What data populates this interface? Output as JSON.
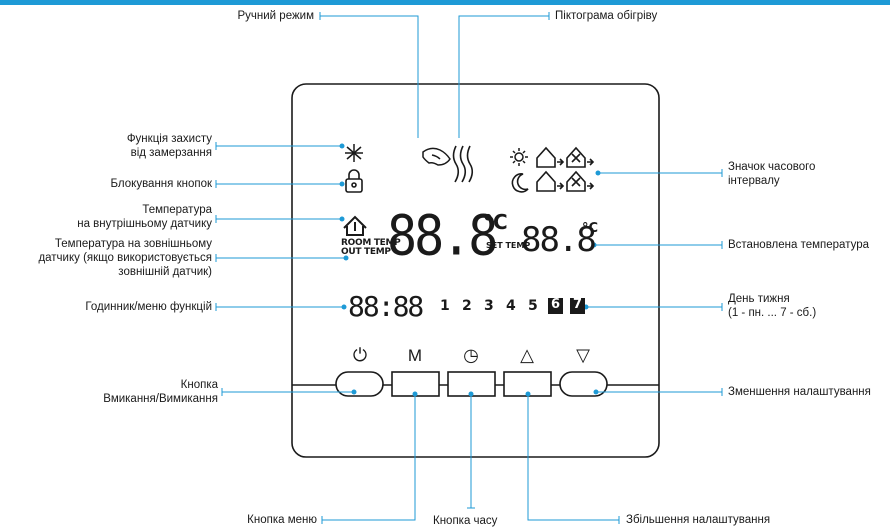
{
  "colors": {
    "accent": "#1e9ad6",
    "topbar": "#1e9ad6",
    "device_outline": "#1a1a1a"
  },
  "callouts": {
    "manual_mode": "Ручний режим",
    "heating_pictogram": "Піктограма обігріву",
    "frost_protection": "Функція захисту\nвід замерзання",
    "key_lock": "Блокування кнопок",
    "inner_sensor_temp": "Температура\nна внутрішньому датчику",
    "outer_sensor_temp": "Температура на зовнішньому\nдатчику (якщо використовується\nзовнішній датчик)",
    "clock_menu": "Годинник/меню функцій",
    "power_button": "Кнопка\nВмикання/Вимикання",
    "time_interval_icon": "Значок часового\nінтервалу",
    "set_temperature": "Встановлена температура",
    "weekday": "День тижня\n(1 - пн. ... 7 - сб.)",
    "decrease": "Зменшення налаштування",
    "menu_button": "Кнопка меню",
    "time_button": "Кнопка часу",
    "increase": "Збільшення налаштування"
  },
  "lcd": {
    "room_temp": "ROOM TEMP",
    "out_temp": "OUT TEMP",
    "set_temp": "SET TEMP",
    "main_digits": "88.8",
    "set_digits": "88.8",
    "unit": "°C",
    "clock_digits": "88:88",
    "days": [
      "1",
      "2",
      "3",
      "4",
      "5",
      "6",
      "7"
    ],
    "highlighted_days": [
      "6",
      "7"
    ]
  },
  "buttons": {
    "power_symbol": "⏻",
    "menu_symbol": "M",
    "clock_symbol": "◷",
    "up_symbol": "△",
    "down_symbol": "▽"
  }
}
